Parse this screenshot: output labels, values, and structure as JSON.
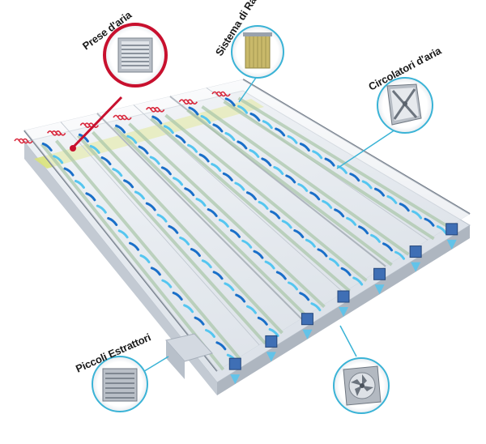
{
  "labels": {
    "air_intakes": "Prese d'aria",
    "cooling_system": "Sistema di Raffrescamento",
    "air_circulators": "Circolatori d'aria",
    "small_extractors": "Piccoli Estrattori"
  },
  "colors": {
    "accent_red": "#c8102e",
    "callout_cyan": "#3ab3d6",
    "airflow_blue": "#1a6fc9",
    "airflow_light": "#55c6f0",
    "corridor_yellow": "#d9e27a",
    "structure_gray": "#c9ced6"
  },
  "icons": [
    "air-intake-icon",
    "cooling-pad-icon",
    "air-circulator-fan-icon",
    "small-extractor-icon",
    "exhaust-fan-icon"
  ]
}
